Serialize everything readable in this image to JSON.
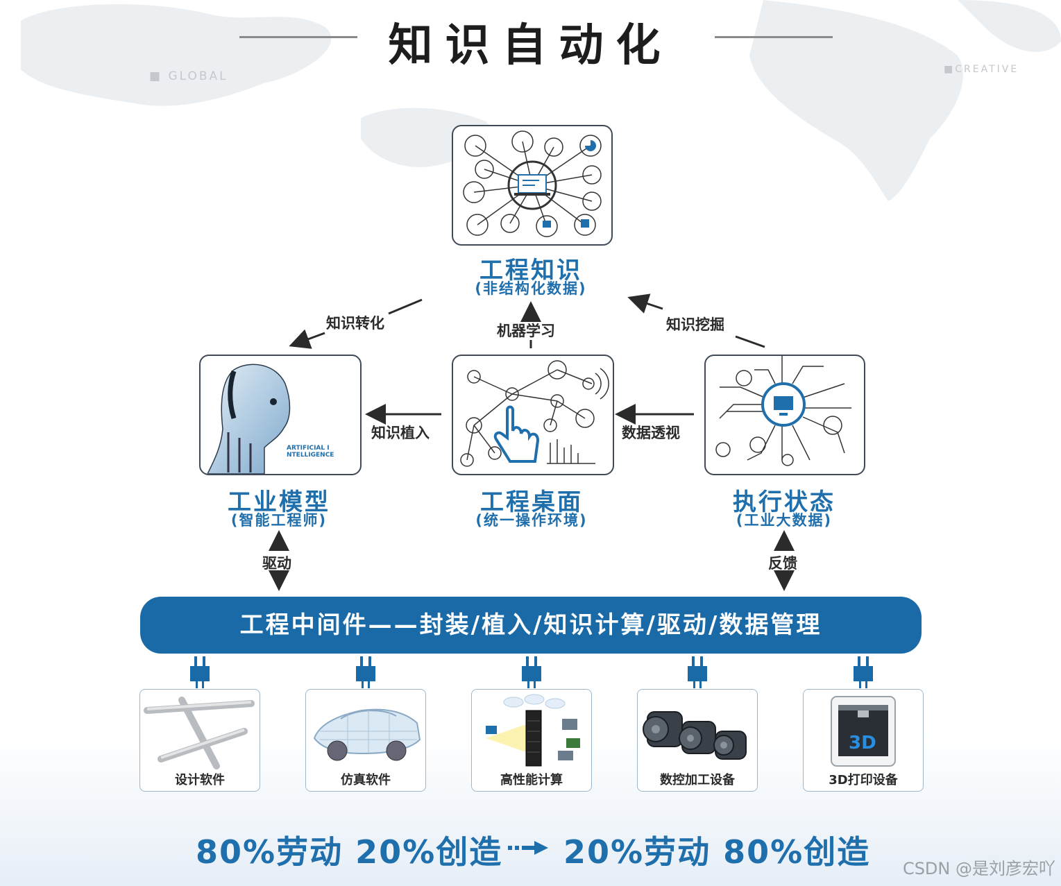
{
  "title": "知识自动化",
  "bg_tags": {
    "left": "GLOBAL",
    "right": "CREATIVE"
  },
  "nodes": {
    "knowledge": {
      "title": "工程知识",
      "sub": "(非结构化数据)"
    },
    "model": {
      "title": "工业模型",
      "sub": "(智能工程师)",
      "ai_text_1": "ARTIFICIAL I",
      "ai_text_2": "NTELLIGENCE"
    },
    "desktop": {
      "title": "工程桌面",
      "sub": "(统一操作环境)"
    },
    "execution": {
      "title": "执行状态",
      "sub": "(工业大数据)"
    }
  },
  "edges": {
    "transform": "知识转化",
    "ml": "机器学习",
    "mining": "知识挖掘",
    "implant": "知识植入",
    "perspective": "数据透视",
    "drive": "驱动",
    "feedback": "反馈"
  },
  "middleware": "工程中间件——封装/植入/知识计算/驱动/数据管理",
  "devices": [
    {
      "label": "设计软件",
      "icon": "gear-shaft-icon"
    },
    {
      "label": "仿真软件",
      "icon": "wireframe-car-icon"
    },
    {
      "label": "高性能计算",
      "icon": "server-cluster-icon"
    },
    {
      "label": "数控加工设备",
      "icon": "motor-icon"
    },
    {
      "label": "3D打印设备",
      "icon": "printer-3d-icon",
      "badge": "3D"
    }
  ],
  "slogan": {
    "left": "80%劳动 20%创造",
    "right": "20%劳动 80%创造"
  },
  "watermark": "CSDN @是刘彦宏吖",
  "colors": {
    "primary": "#1f6fad",
    "bar": "#1a6aa8",
    "dark": "#3f4a56"
  }
}
